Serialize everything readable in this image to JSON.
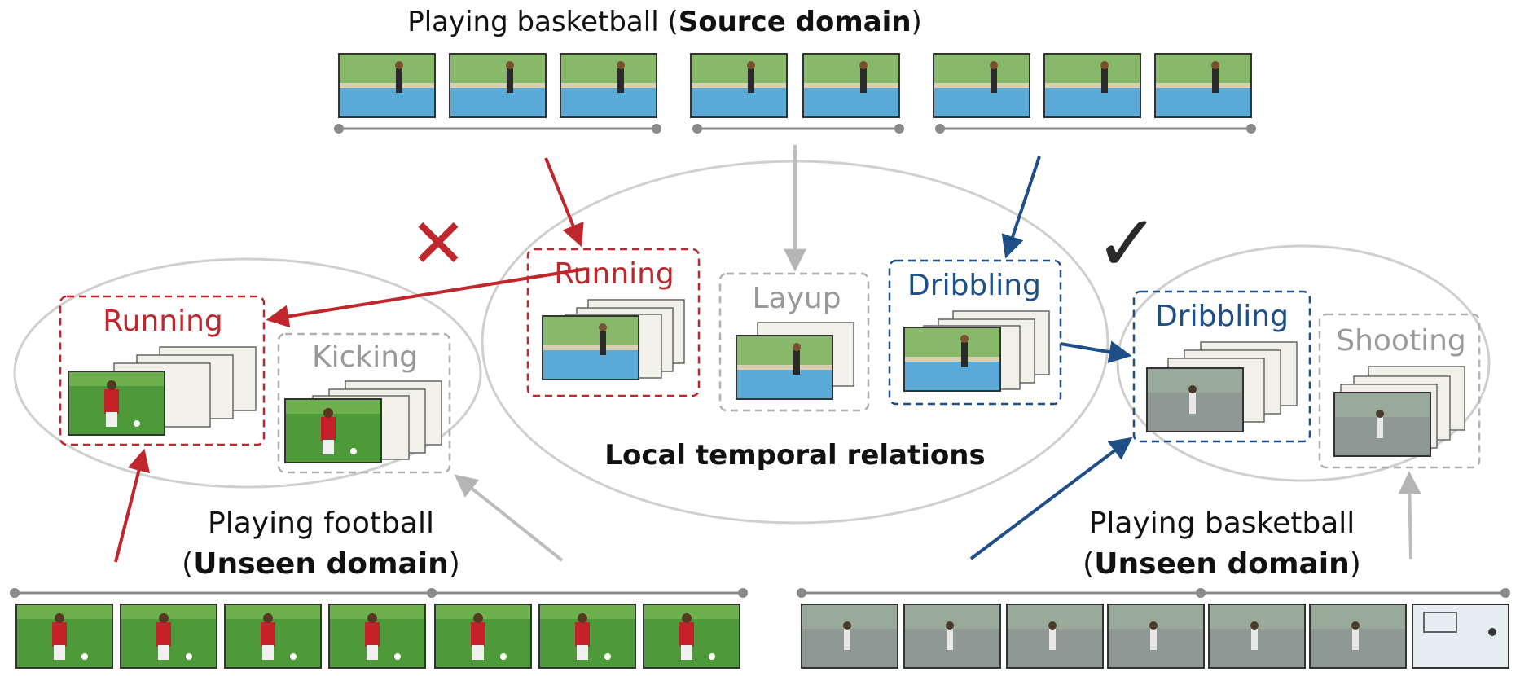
{
  "titles": {
    "source_title_plain": "Playing basketball (",
    "source_title_bold": "Source domain",
    "source_title_close": ")",
    "center_label": "Local temporal relations",
    "football_line1": "Playing football",
    "football_line2_open": "(",
    "football_line2_bold": "Unseen domain",
    "football_line2_close": ")",
    "basketball_line1": "Playing basketball",
    "basketball_line2_open": "(",
    "basketball_line2_bold": "Unseen domain",
    "basketball_line2_close": ")"
  },
  "actions": {
    "center_running": "Running",
    "center_layup": "Layup",
    "center_dribbling": "Dribbling",
    "left_running": "Running",
    "left_kicking": "Kicking",
    "right_dribbling": "Dribbling",
    "right_shooting": "Shooting"
  },
  "marks": {
    "cross": "✕",
    "check": "✓"
  },
  "colors": {
    "red": "#c0272d",
    "blue": "#1e4f86",
    "gray": "#9e9e9e",
    "ellipse": "#c8c8c8",
    "timeline": "#8a8a8a"
  }
}
